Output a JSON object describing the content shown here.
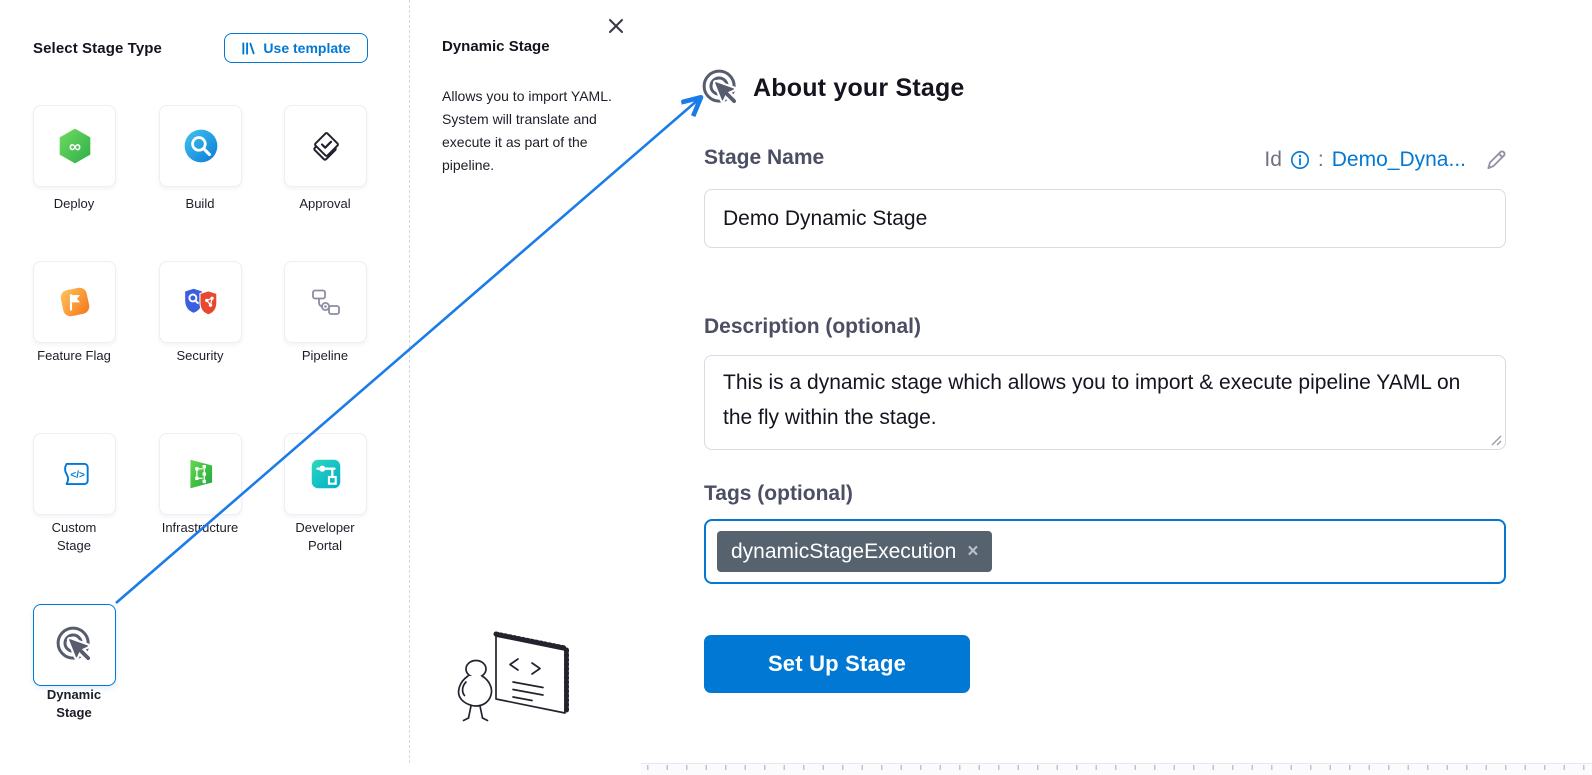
{
  "left_panel": {
    "title": "Select Stage Type",
    "use_template_label": "Use template",
    "stages": [
      {
        "label": "Deploy",
        "icon": "deploy-icon"
      },
      {
        "label": "Build",
        "icon": "build-icon"
      },
      {
        "label": "Approval",
        "icon": "approval-icon"
      },
      {
        "label": "Feature Flag",
        "icon": "feature-flag-icon"
      },
      {
        "label": "Security",
        "icon": "security-icon"
      },
      {
        "label": "Pipeline",
        "icon": "pipeline-icon"
      },
      {
        "label": "Custom Stage",
        "icon": "custom-stage-icon"
      },
      {
        "label": "Infrastructure",
        "icon": "infrastructure-icon"
      },
      {
        "label": "Developer Portal",
        "icon": "developer-portal-icon"
      },
      {
        "label": "Dynamic Stage",
        "icon": "dynamic-stage-icon",
        "selected": true
      }
    ]
  },
  "help_panel": {
    "title": "Dynamic Stage",
    "description": "Allows you to import YAML. System will translate and execute it as part of the pipeline."
  },
  "form": {
    "heading": "About your Stage",
    "stage_name_label": "Stage Name",
    "stage_name_value": "Demo Dynamic Stage",
    "id_label": "Id",
    "id_separator": ":",
    "id_value": "Demo_Dyna...",
    "description_label": "Description (optional)",
    "description_value": "This is a dynamic stage which allows you to import & execute pipeline YAML on the fly within the stage.",
    "tags_label": "Tags (optional)",
    "tags": [
      {
        "text": "dynamicStageExecution",
        "remove": "×"
      }
    ],
    "submit_label": "Set Up Stage"
  },
  "colors": {
    "accent": "#0278d5",
    "arrow": "#1b7ce8",
    "tag_chip": "#57626f",
    "label_text": "#4c4e64",
    "dynamic_icon": "#575c6e"
  }
}
